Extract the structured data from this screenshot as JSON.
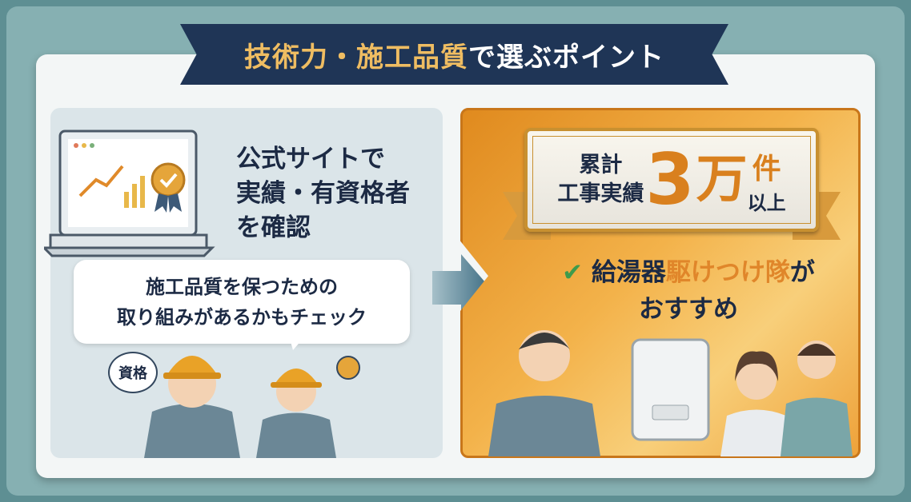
{
  "title": {
    "highlight": "技術力・施工品質",
    "rest": "で選ぶポイント"
  },
  "left": {
    "lines": [
      "公式サイトで",
      "実績・有資格者",
      "を確認"
    ],
    "bubble": [
      "施工品質を保つための",
      "取り組みがあるかもチェック"
    ],
    "badge": "資格"
  },
  "right": {
    "ribbon": {
      "label1": "累計",
      "label2": "工事実績",
      "number": "3",
      "man": "万",
      "unit1": "件",
      "unit2": "以上"
    },
    "recommend": {
      "check": "✔",
      "part1": "給湯器",
      "part2": "駆けつけ隊",
      "part3": "が",
      "line2": "おすすめ"
    }
  },
  "colors": {
    "navy": "#1f3556",
    "gold": "#efbd62",
    "orange": "#e0862a",
    "teal": "#5e8f93"
  }
}
